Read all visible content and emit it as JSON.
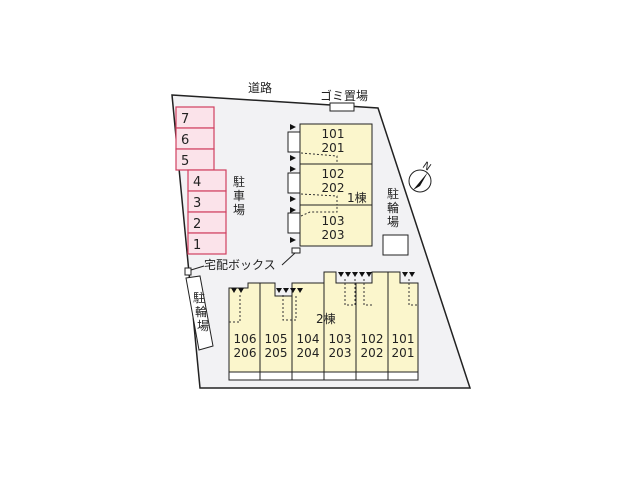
{
  "colors": {
    "site_fill": "#f2f2f4",
    "outline": "#222222",
    "building_fill": "#fbf6cc",
    "parking_fill": "#fbe3ea",
    "parking_border": "#d04060"
  },
  "labels": {
    "road": "道路",
    "garbage": "ゴミ置場",
    "parking_line1": "駐",
    "parking_line2": "車",
    "parking_line3": "場",
    "bike_east_1": "駐",
    "bike_east_2": "輪",
    "bike_east_3": "場",
    "bike_west_1": "駐",
    "bike_west_2": "輪",
    "bike_west_3": "場",
    "delivery_box": "宅配ボックス",
    "building1": "1棟",
    "building2": "2棟",
    "north": "N"
  },
  "parking_spaces": [
    "7",
    "6",
    "5",
    "4",
    "3",
    "2",
    "1"
  ],
  "building1_units": [
    {
      "lower": "101",
      "upper": "201"
    },
    {
      "lower": "102",
      "upper": "202"
    },
    {
      "lower": "103",
      "upper": "203"
    }
  ],
  "building2_units": [
    {
      "lower": "106",
      "upper": "206"
    },
    {
      "lower": "105",
      "upper": "205"
    },
    {
      "lower": "104",
      "upper": "204"
    },
    {
      "lower": "103",
      "upper": "203"
    },
    {
      "lower": "102",
      "upper": "202"
    },
    {
      "lower": "101",
      "upper": "201"
    }
  ]
}
